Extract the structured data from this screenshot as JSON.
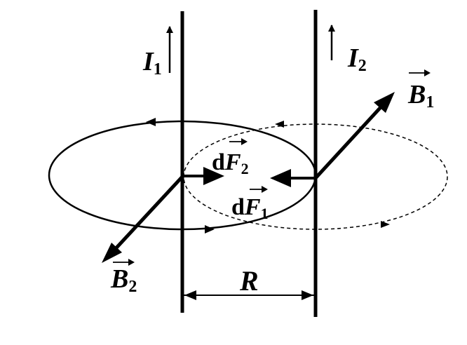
{
  "labels": {
    "current_1": {
      "symbol": "I",
      "subscript": "1"
    },
    "current_2": {
      "symbol": "I",
      "subscript": "2"
    },
    "field_1": {
      "symbol": "B",
      "subscript": "1"
    },
    "field_2": {
      "symbol": "B",
      "subscript": "2"
    },
    "force_2": {
      "prefix": "d",
      "symbol": "F",
      "subscript": "2"
    },
    "force_1": {
      "prefix": "d",
      "symbol": "F",
      "subscript": "1"
    },
    "separation": "R"
  },
  "colors": {
    "ink": "#000000",
    "background": "#ffffff"
  }
}
